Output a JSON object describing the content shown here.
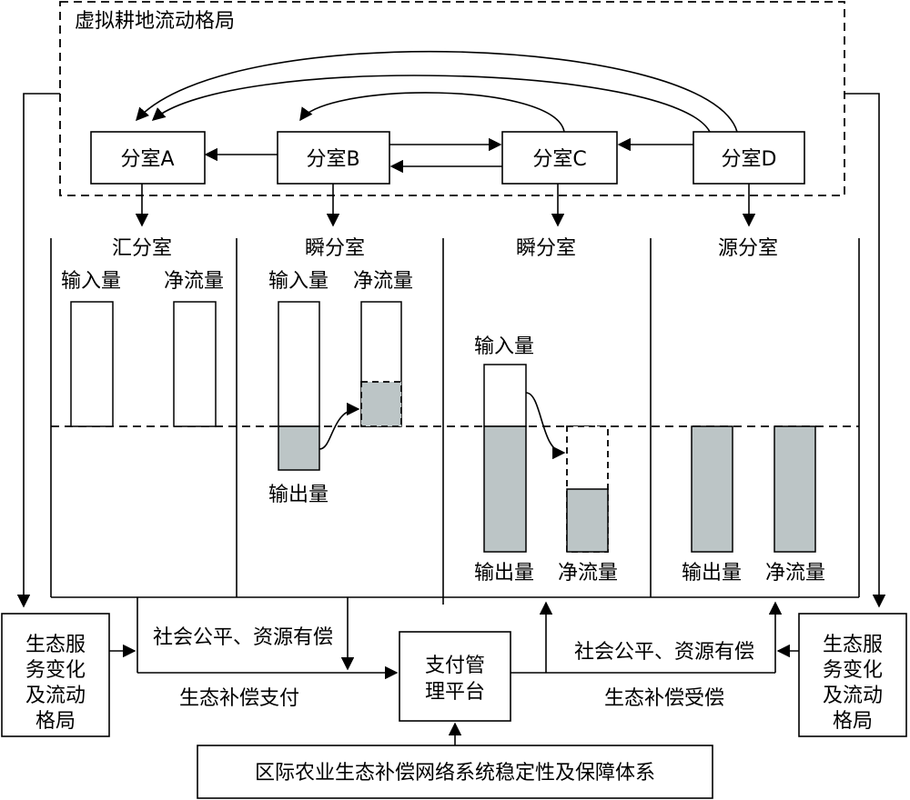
{
  "frame_title": "虚拟耕地流动格局",
  "rooms": {
    "a": "分室A",
    "b": "分室B",
    "c": "分室C",
    "d": "分室D"
  },
  "panels": {
    "sink": {
      "title": "汇分室",
      "input": "输入量",
      "net": "净流量"
    },
    "transient1": {
      "title": "瞬分室",
      "input": "输入量",
      "net": "净流量",
      "output": "输出量"
    },
    "transient2": {
      "title": "瞬分室",
      "input": "输入量",
      "output": "输出量",
      "net": "净流量"
    },
    "source": {
      "title": "源分室",
      "output": "输出量",
      "net": "净流量"
    }
  },
  "side_left": [
    "生态服",
    "务变化",
    "及流动",
    "格局"
  ],
  "side_right": [
    "生态服",
    "务变化",
    "及流动",
    "格局"
  ],
  "left_flow_top": "社会公平、资源有偿",
  "left_flow_bottom": "生态补偿支付",
  "platform": [
    "支付管",
    "理平台"
  ],
  "right_flow_top": "社会公平、资源有偿",
  "right_flow_bottom": "生态补偿受偿",
  "bottom_box": "区际农业生态补偿网络系统稳定性及保障体系"
}
